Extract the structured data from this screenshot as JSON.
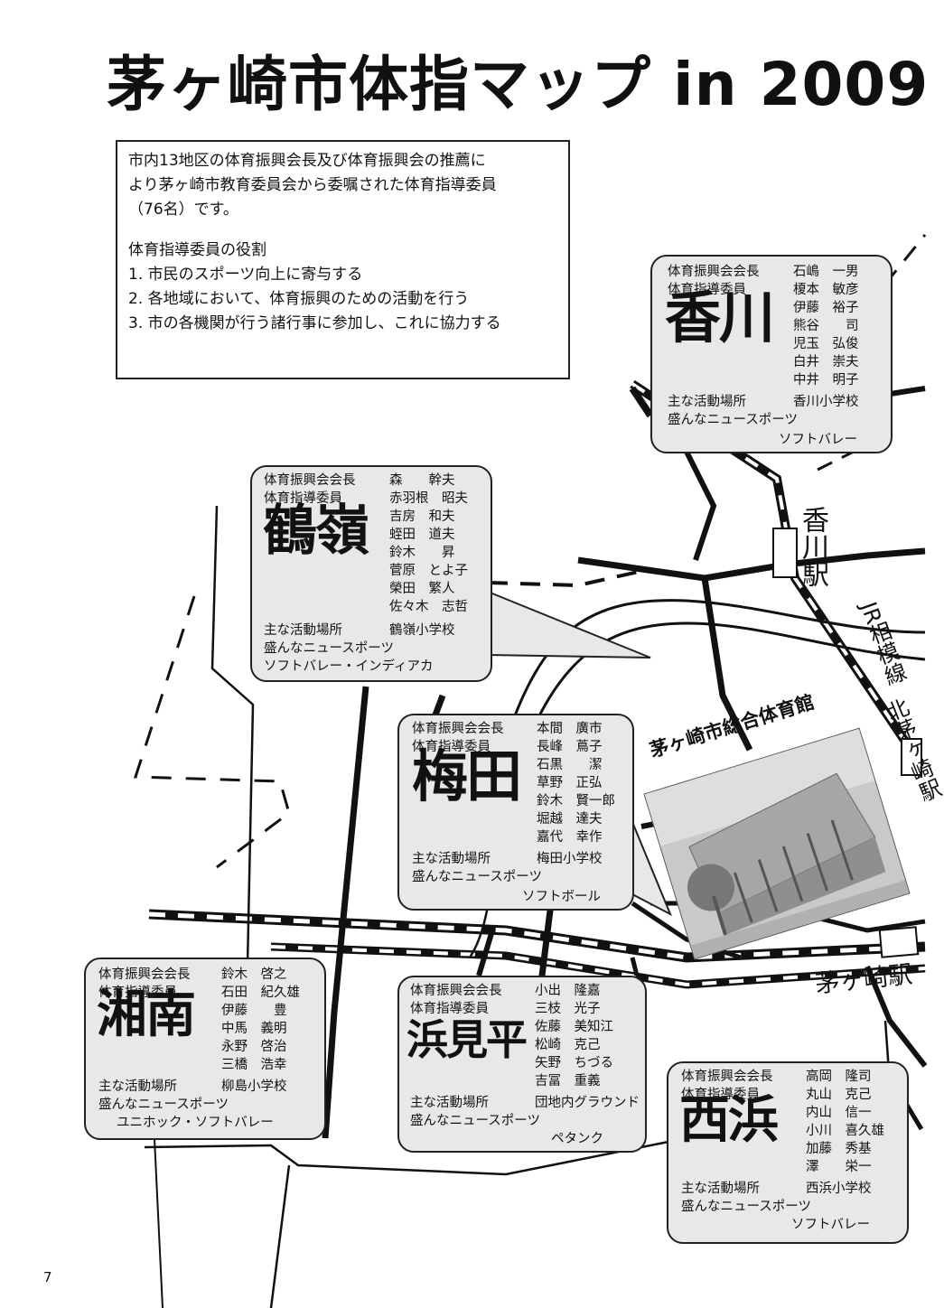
{
  "title": "茅ヶ崎市体指マップ in 2009",
  "intro": {
    "lines": [
      "市内13地区の体育振興会長及び体育振興会の推薦に",
      "より茅ヶ崎市教育委員会から委嘱された体育指導委員",
      "（76名）です。"
    ],
    "role_title": "体育指導委員の役割",
    "roles": [
      "1. 市民のスポーツ向上に寄与する",
      "2. 各地域において、体育振興のための活動を行う",
      "3. 市の各機関が行う諸行事に参加し、これに協力する"
    ]
  },
  "districts": {
    "kagawa": {
      "name": "香川",
      "chair_label": "体育振興会会長",
      "chair": "石嶋　一男",
      "member_label": "体育指導委員",
      "members": [
        "榎本　敏彦",
        "伊藤　裕子",
        "熊谷　　司",
        "児玉　弘俊",
        "白井　崇夫",
        "中井　明子"
      ],
      "place_label": "主な活動場所",
      "place": "香川小学校",
      "sport_label": "盛んなニュースポーツ",
      "sport": "ソフトバレー"
    },
    "tsurumine": {
      "name": "鶴嶺",
      "chair_label": "体育振興会会長",
      "chair": "森　　幹夫",
      "member_label": "体育指導委員",
      "members": [
        "赤羽根　昭夫",
        "吉房　和夫",
        "蛭田　道夫",
        "鈴木　　昇",
        "菅原　とよ子",
        "榮田　繁人",
        "佐々木　志哲"
      ],
      "place_label": "主な活動場所",
      "place": "鶴嶺小学校",
      "sport_label": "盛んなニュースポーツ",
      "sport": "ソフトバレー・インディアカ"
    },
    "umeda": {
      "name": "梅田",
      "chair_label": "体育振興会会長",
      "chair": "本間　廣市",
      "member_label": "体育指導委員",
      "members": [
        "長峰　蔦子",
        "石黒　　潔",
        "草野　正弘",
        "鈴木　賢一郎",
        "堀越　達夫",
        "嘉代　幸作"
      ],
      "place_label": "主な活動場所",
      "place": "梅田小学校",
      "sport_label": "盛んなニュースポーツ",
      "sport": "ソフトボール"
    },
    "shonan": {
      "name": "湘南",
      "chair_label": "体育振興会会長",
      "chair": "鈴木　啓之",
      "member_label": "体育指導委員",
      "members": [
        "石田　紀久雄",
        "伊藤　　豊",
        "中馬　義明",
        "永野　啓治",
        "三橋　浩幸"
      ],
      "place_label": "主な活動場所",
      "place": "柳島小学校",
      "sport_label": "盛んなニュースポーツ",
      "sport": "ユニホック・ソフトバレー"
    },
    "hamamidaira": {
      "name": "浜見平",
      "chair_label": "体育振興会会長",
      "chair": "小出　隆嘉",
      "member_label": "体育指導委員",
      "members": [
        "三枝　光子",
        "佐藤　美知江",
        "松崎　克己",
        "矢野　ちづる",
        "吉冨　重義"
      ],
      "place_label": "主な活動場所",
      "place": "団地内グラウンド",
      "sport_label": "盛んなニュースポーツ",
      "sport": "ペタンク"
    },
    "nishihama": {
      "name": "西浜",
      "chair_label": "体育振興会会長",
      "chair": "高岡　隆司",
      "member_label": "体育指導委員",
      "members": [
        "丸山　克己",
        "内山　信一",
        "小川　喜久雄",
        "加藤　秀基",
        "澤　　栄一"
      ],
      "place_label": "主な活動場所",
      "place": "西浜小学校",
      "sport_label": "盛んなニュースポーツ",
      "sport": "ソフトバレー"
    }
  },
  "map_labels": {
    "kagawa_station": "香川駅",
    "jr_line": "JR相模線",
    "kitachigasaki_station": "北茅ヶ崎駅",
    "chigasaki_station": "茅ヶ崎駅",
    "gym": "茅ヶ崎市総合体育館"
  },
  "page_number": "7"
}
